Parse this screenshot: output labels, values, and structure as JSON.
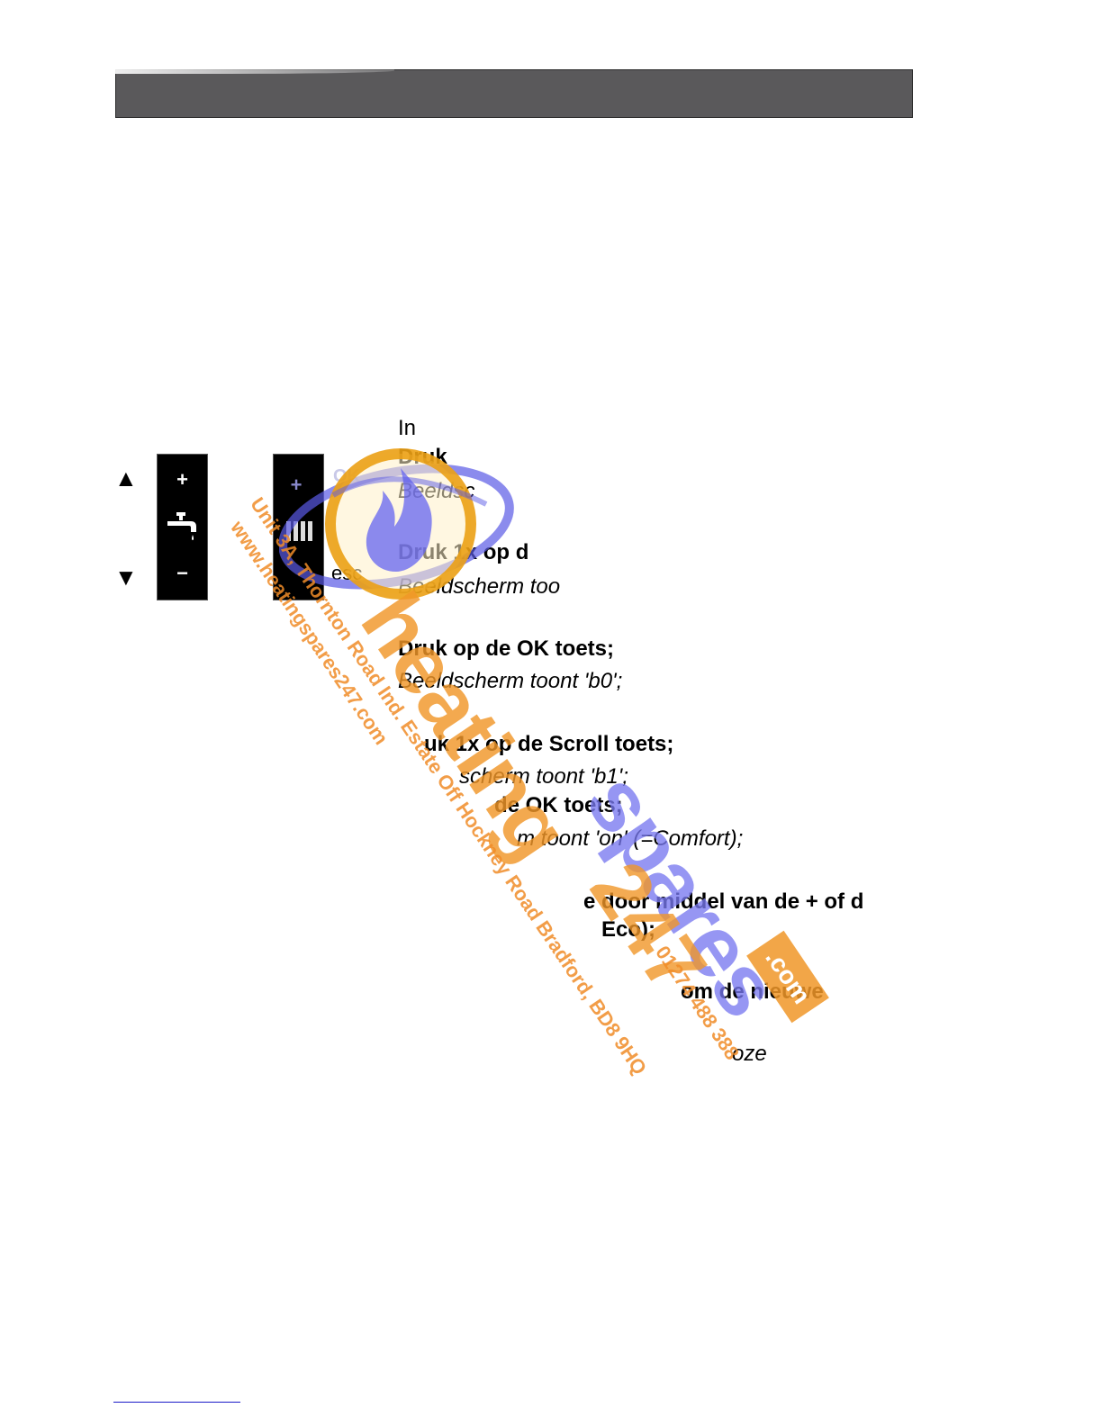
{
  "lines": [
    {
      "text": "In",
      "style": "normal"
    },
    {
      "text": "Druk",
      "style": "bold"
    },
    {
      "text": "Beeldsc",
      "style": "italic"
    },
    {
      "text": "Druk 1x op d",
      "style": "bold"
    },
    {
      "text": "Beeldscherm too",
      "style": "italic"
    },
    {
      "text": "Druk op de OK toets;",
      "style": "bold"
    },
    {
      "text": "Beeldscherm toont 'b0';",
      "style": "italic"
    },
    {
      "text": "uk 1x op de Scroll toets;",
      "style": "bold"
    },
    {
      "text": "scherm toont 'b1';",
      "style": "italic"
    },
    {
      "text": "de OK toets;",
      "style": "bold"
    },
    {
      "text": "m toont 'on' (=Comfort);",
      "style": "italic"
    },
    {
      "text": "e door middel van de + of d",
      "style": "bold"
    },
    {
      "text": "Eco);",
      "style": "bold"
    },
    {
      "text": "om de nieuwe",
      "style": "bold"
    },
    {
      "text": "oze",
      "style": "italic"
    }
  ],
  "panel": {
    "arrow_up": "▲",
    "arrow_down": "▼",
    "plus": "+",
    "minus": "−",
    "ok": "OK",
    "esc": "esc"
  },
  "watermark": {
    "brand": "heating",
    "brand2": "spares",
    "number": "247",
    "com": ".com",
    "address": "Unit 3A, Thornton Road Ind. Estate Off Hockney Road Bradford, BD8 9HQ",
    "website": "www.heatingspares247.com",
    "phone": "01274 488 388"
  }
}
